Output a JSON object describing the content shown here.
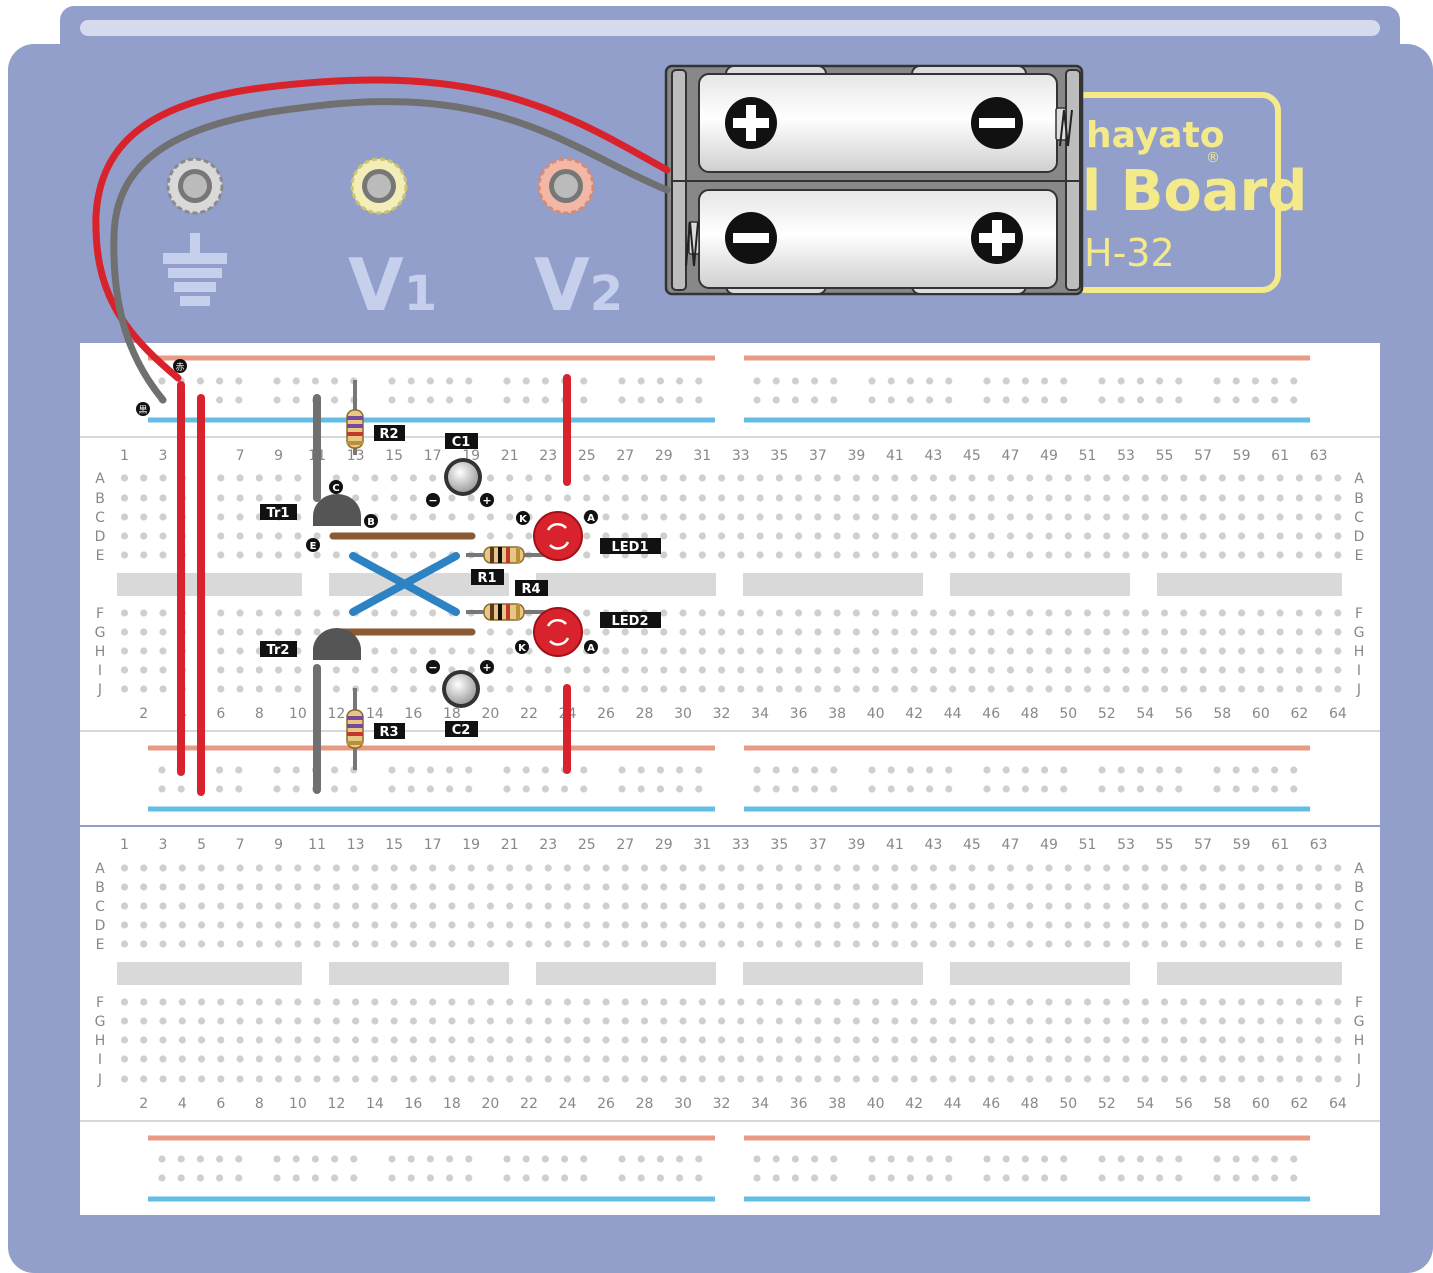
{
  "brand": {
    "name": "hayato",
    "registered": "®",
    "product": "l Board",
    "model": "H-32"
  },
  "terminals": {
    "v1": "V1",
    "v2": "V2",
    "ground_icon": "ground-icon"
  },
  "wire_tags": {
    "red": "赤",
    "black": "黒"
  },
  "column_numbers": {
    "odd": [
      "1",
      "3",
      "5",
      "7",
      "9",
      "11",
      "13",
      "15",
      "17",
      "19",
      "21",
      "23",
      "25",
      "27",
      "29",
      "31",
      "33",
      "35",
      "37",
      "39",
      "41",
      "43",
      "45",
      "47",
      "49",
      "51",
      "53",
      "55",
      "57",
      "59",
      "61",
      "63"
    ],
    "even": [
      "2",
      "4",
      "6",
      "8",
      "10",
      "12",
      "14",
      "16",
      "18",
      "20",
      "22",
      "24",
      "26",
      "28",
      "30",
      "32",
      "34",
      "36",
      "38",
      "40",
      "42",
      "44",
      "46",
      "48",
      "50",
      "52",
      "54",
      "56",
      "58",
      "60",
      "62",
      "64"
    ]
  },
  "row_letters": {
    "top": [
      "A",
      "B",
      "C",
      "D",
      "E"
    ],
    "bottom": [
      "F",
      "G",
      "H",
      "I",
      "J"
    ]
  },
  "parts": {
    "r1": "R1",
    "r2": "R2",
    "r3": "R3",
    "r4": "R4",
    "c1": "C1",
    "c2": "C2",
    "tr1": "Tr1",
    "tr2": "Tr2",
    "led1": "LED1",
    "led2": "LED2"
  },
  "pins": {
    "collector": "C",
    "base": "B",
    "emitter": "E",
    "anode": "A",
    "cathode": "K",
    "plus": "+",
    "minus": "−"
  },
  "colors": {
    "board": "#939fcb",
    "logo": "#f4ea8a",
    "rail_positive": "#e89a84",
    "rail_negative": "#64bde4",
    "wire_red": "#d9232c",
    "wire_gray": "#707070",
    "wire_brown": "#8b5a33",
    "wire_blue": "#2d82c3"
  }
}
